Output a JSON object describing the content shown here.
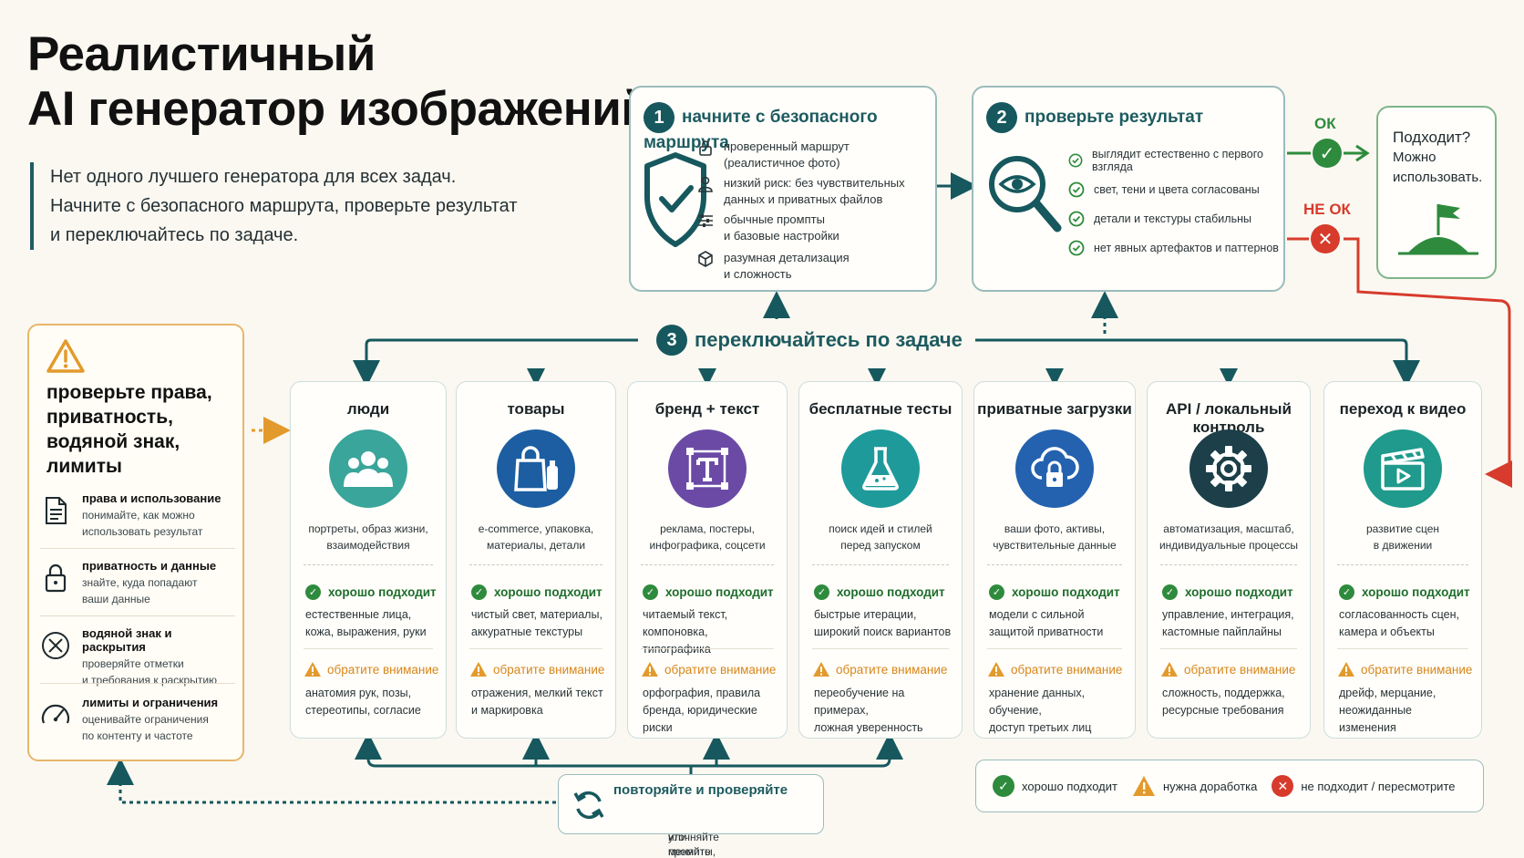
{
  "title": {
    "line1": "Реалистичный",
    "line2": "AI генератор изображений"
  },
  "intro": [
    "Нет одного лучшего генератора для всех задач.",
    "Начните с безопасного маршрута, проверьте результат",
    "и переключайтесь по задаче."
  ],
  "step1": {
    "num": "1",
    "title": "начните с безопасного маршрута",
    "items": [
      {
        "icon": "lock-icon",
        "l1": "проверенный маршрут",
        "l2": "(реалистичное фото)"
      },
      {
        "icon": "person-icon",
        "l1": "низкий риск: без чувствительных",
        "l2": "данных и приватных файлов"
      },
      {
        "icon": "sliders-icon",
        "l1": "обычные промпты",
        "l2": "и базовые настройки"
      },
      {
        "icon": "cube-icon",
        "l1": "разумная детализация",
        "l2": "и сложность"
      }
    ]
  },
  "step2": {
    "num": "2",
    "title": "проверьте результат",
    "items": [
      "выглядит естественно с первого взгляда",
      "свет, тени и цвета согласованы",
      "детали и текстуры стабильны",
      "нет явных артефактов и паттернов"
    ]
  },
  "ok_label": "ОК",
  "notok_label": "НЕ ОК",
  "fits": {
    "l1": "Подходит?",
    "l2": "Можно",
    "l3": "использовать."
  },
  "step3": {
    "num": "3",
    "title": "переключайтесь по задаче"
  },
  "rights": {
    "title": [
      "проверьте права,",
      "приватность,",
      "водяной знак,",
      "лимиты"
    ],
    "items": [
      {
        "icon": "document-icon",
        "title": "права и использование",
        "l1": "понимайте, как можно",
        "l2": "использовать результат"
      },
      {
        "icon": "padlock-icon",
        "title": "приватность и данные",
        "l1": "знайте, куда попадают",
        "l2": "ваши данные"
      },
      {
        "icon": "watermark-icon",
        "title": "водяной знак и раскрытия",
        "l1": "проверяйте отметки",
        "l2": "и требования к раскрытию"
      },
      {
        "icon": "gauge-icon",
        "title": "лимиты и ограничения",
        "l1": "оценивайте ограничения",
        "l2": "по контенту и частоте"
      }
    ]
  },
  "good_label": "хорошо подходит",
  "warn_label": "обратите внимание",
  "columns": [
    {
      "title": "люди",
      "icon": "people-icon",
      "color": "#3aa59a",
      "d1": "портреты, образ жизни,",
      "d2": "взаимодействия",
      "g1": "естественные лица,",
      "g2": "кожа, выражения, руки",
      "w1": "анатомия рук, позы,",
      "w2": "стереотипы, согласие"
    },
    {
      "title": "товары",
      "icon": "shopping-bag-icon",
      "color": "#1c5ea1",
      "d1": "e-commerce, упаковка,",
      "d2": "материалы, детали",
      "g1": "чистый свет, материалы,",
      "g2": "аккуратные текстуры",
      "w1": "отражения, мелкий текст",
      "w2": "и маркировка"
    },
    {
      "title": "бренд + текст",
      "icon": "text-tool-icon",
      "color": "#6b4aa6",
      "d1": "реклама, постеры,",
      "d2": "инфографика, соцсети",
      "g1": "читаемый текст, компоновка,",
      "g2": "типографика",
      "w1": "орфография, правила",
      "w2": "бренда, юридические риски"
    },
    {
      "title": "бесплатные тесты",
      "icon": "flask-icon",
      "color": "#1f9a9a",
      "d1": "поиск идей и стилей",
      "d2": "перед запуском",
      "g1": "быстрые итерации,",
      "g2": "широкий поиск вариантов",
      "w1": "переобучение на примерах,",
      "w2": "ложная уверенность"
    },
    {
      "title": "приватные загрузки",
      "icon": "cloud-lock-icon",
      "color": "#2462b0",
      "d1": "ваши фото, активы,",
      "d2": "чувствительные данные",
      "g1": "модели с сильной",
      "g2": "защитой приватности",
      "w1": "хранение данных, обучение,",
      "w2": "доступ третьих лиц"
    },
    {
      "title": "API / локальный контроль",
      "icon": "gear-icon",
      "color": "#1c3f49",
      "d1": "автоматизация, масштаб,",
      "d2": "индивидуальные процессы",
      "g1": "управление, интеграция,",
      "g2": "кастомные пайплайны",
      "w1": "сложность, поддержка,",
      "w2": "ресурсные требования"
    },
    {
      "title": "переход к видео",
      "icon": "clapperboard-icon",
      "color": "#1f9a8c",
      "d1": "развитие сцен",
      "d2": "в движении",
      "g1": "согласованность сцен,",
      "g2": "камера и объекты",
      "w1": "дрейф, мерцание,",
      "w2": "неожиданные изменения"
    }
  ],
  "repeat": {
    "title": "повторяйте и проверяйте",
    "l1": "уточняйте промпты, настройки",
    "l2": "или меняйте маршрут."
  },
  "legend": {
    "good": "хорошо подходит",
    "needs": "нужна доработка",
    "bad": "не подходит  /  пересмотрите"
  },
  "colors": {
    "teal": "#16585e",
    "green": "#2e8b3d",
    "red": "#d73b2c",
    "orange": "#e39a2c"
  }
}
